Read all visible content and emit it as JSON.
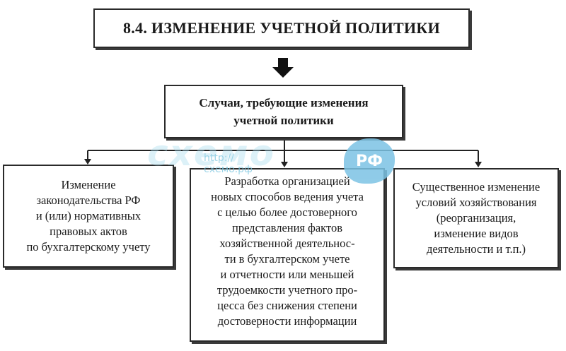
{
  "title": "8.4. ИЗМЕНЕНИЕ УЧЕТНОЙ ПОЛИТИКИ",
  "center": "Случаи, требующие изменения\nучетной политики",
  "left": "Изменение\nзаконодательства РФ\nи (или) нормативных\nправовых актов\nпо бухгалтерскому учету",
  "middle": "Разработка организацией\nновых способов ведения учета\nс целью более достоверного\nпредставления фактов\nхозяйственной деятельнос-\nти в бухгалтерском учете\nи отчетности или меньшей\nтрудоемкости учетного про-\nцесса без снижения степени\nдостоверности информации",
  "right": "Существенное изменение\nусловий хозяйствования\n(реорганизация,\nизменение видов\nдеятельности и т.п.)",
  "watermark": {
    "logo": "схемо",
    "url": "http://схемо.рф",
    "badge": "РФ"
  }
}
